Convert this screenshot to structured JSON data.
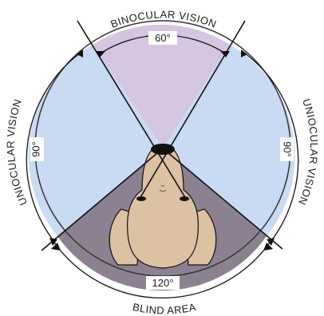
{
  "labels": {
    "binocular": "BINOCULAR VISION",
    "uniocular_left": "UNIOCULAR VISION",
    "uniocular_right": "UNIOCULAR VISION",
    "blind": "BLIND AREA"
  },
  "angles": {
    "binocular": "60°",
    "uniocular_left": "90°",
    "uniocular_right": "90°",
    "blind": "120°"
  },
  "colors": {
    "binocular": "#d6c5e0",
    "uniocular": "#c8dbf3",
    "blind": "#8b8190",
    "dog": "#dcc1a3",
    "outline": "#111111"
  }
}
